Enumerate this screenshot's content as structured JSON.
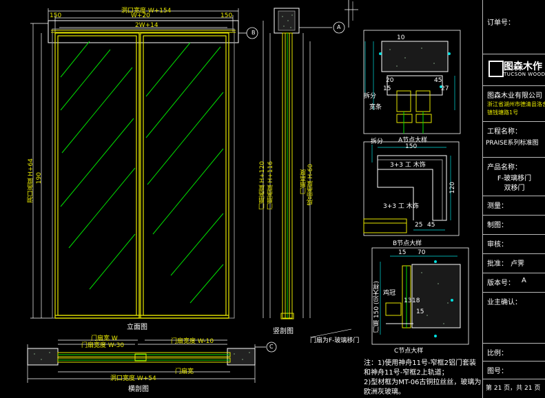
{
  "drawing": {
    "elevation_label": "立面图",
    "vertical_section_label": "竖剖图",
    "horizontal_section_label": "横剖图",
    "detail_a_label": "A节点大样",
    "detail_b_label": "B节点大样",
    "detail_c_label": "C节点大样",
    "marker_b": "B",
    "marker_a": "A",
    "marker_c": "C",
    "callout_door_type": "门扇为F-玻璃移门",
    "dims": {
      "top_outer": "洞口宽度 W+154",
      "top_mid": "W+20",
      "top_inner": "2W+14",
      "top_left_offset": "150",
      "top_right_offset": "150",
      "left_height": "洞口高度 H+64",
      "left_small": "190",
      "vs_h1": "门扇高度 H+120",
      "vs_h2": "门扇高度 H+116",
      "vs_h3": "门扇高度",
      "vs_h4": "成品高度 H-60",
      "hs_w1": "门扇宽 W",
      "hs_w2": "门扇宽度 W-30",
      "hs_w3": "门扇宽度 W-10",
      "hs_w4": "门扇宽",
      "hs_total": "洞口宽度 W+54",
      "da_top": "10",
      "da_mid1": "20",
      "da_mid2": "45",
      "da_mid3": "27",
      "da_mid4": "15",
      "da_label1": "拆分",
      "da_label2": "宽条",
      "db_top": "150",
      "db_label1": "3+3 工 木饰",
      "db_label2": "3+3 工 木饰",
      "db_label3": "拆分",
      "db_dim1": "25",
      "db_dim2": "45",
      "db_dim3": "120",
      "dc_top1": "15",
      "dc_top2": "70",
      "dc_label1": "鸡冠",
      "dc_dim1": "13",
      "dc_dim2": "18",
      "dc_dim3": "15",
      "dc_left": "门扇 150 (见大样)"
    },
    "notes": [
      "注：1)使用神舟11号-窄框2铝门套装",
      "和神舟11号-窄框2上轨道；",
      "2)型材框为MT-06古铜拉丝丝，玻璃为",
      "欧洲灰玻璃。"
    ]
  },
  "title_block": {
    "order_no_label": "订单号：",
    "brand_name": "图森木作",
    "brand_sub": "TUCSON WOOD",
    "company_name": "图森木业有限公司",
    "address_line1": "浙江省湖州市德清县洛舍",
    "address_line2": "镇钱塘路1号",
    "project_label": "工程名称：",
    "project_value": "PRAISE系列标准图",
    "product_label": "产品名称：",
    "product_value1": "F-玻璃移门",
    "product_value2": "双移门",
    "survey_label": "测量：",
    "draw_label": "制图：",
    "review_label": "审核：",
    "approve_label": "批准：",
    "approve_value": "卢霁",
    "version_label": "版本号：",
    "version_value": "A",
    "owner_label": "业主确认：",
    "scale_label": "比例：",
    "drawing_no_label": "图号：",
    "page_info": "第 21 页，共 21 页"
  },
  "colors": {
    "frame": "#e8e800",
    "glass_line": "#00e000",
    "dim_line": "#00e0e0",
    "line": "#ffffff",
    "grey": "#9a9a9a"
  }
}
